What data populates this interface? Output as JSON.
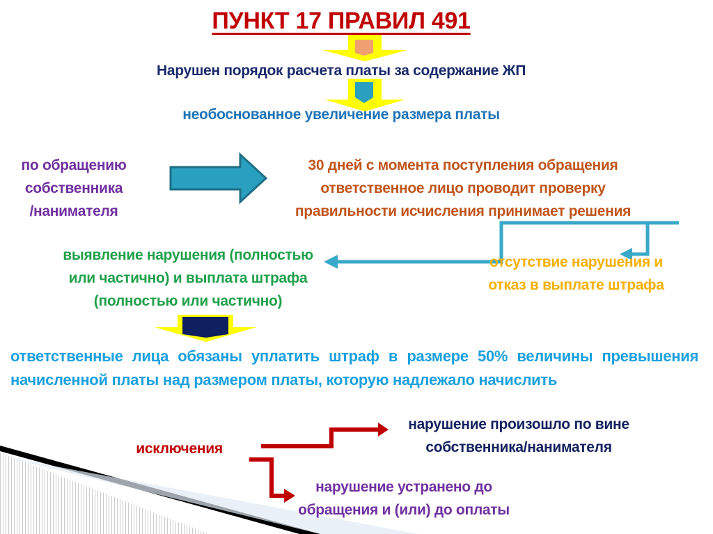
{
  "title": "ПУНКТ 17  ПРАВИЛ 491",
  "violation": "Нарушен порядок расчета платы за содержание ЖП",
  "unjustified_increase": "необоснованное увеличение размера платы",
  "request": [
    "по обращению",
    "собственника",
    "/нанимателя"
  ],
  "check": [
    "30 дней с момента поступления обращения",
    "ответственное лицо проводит проверку",
    "правильности исчисления принимает решения"
  ],
  "found": [
    "выявление нарушения (полностью",
    "или частично) и выплата штрафа",
    "(полностью или частично)"
  ],
  "not_found": [
    "отсутствие нарушения и",
    "отказ в выплате штрафа"
  ],
  "penalty": "ответственные лица обязаны уплатить штраф в размере 50% величины превышения начисленной платы над размером платы, которую надлежало начислить",
  "exceptions_label": "исключения",
  "exception_owner": [
    "нарушение произошло по вине",
    "собственника/нанимателя"
  ],
  "exception_fixed": [
    "нарушение устранено до",
    "обращения и (или) до оплаты"
  ]
}
